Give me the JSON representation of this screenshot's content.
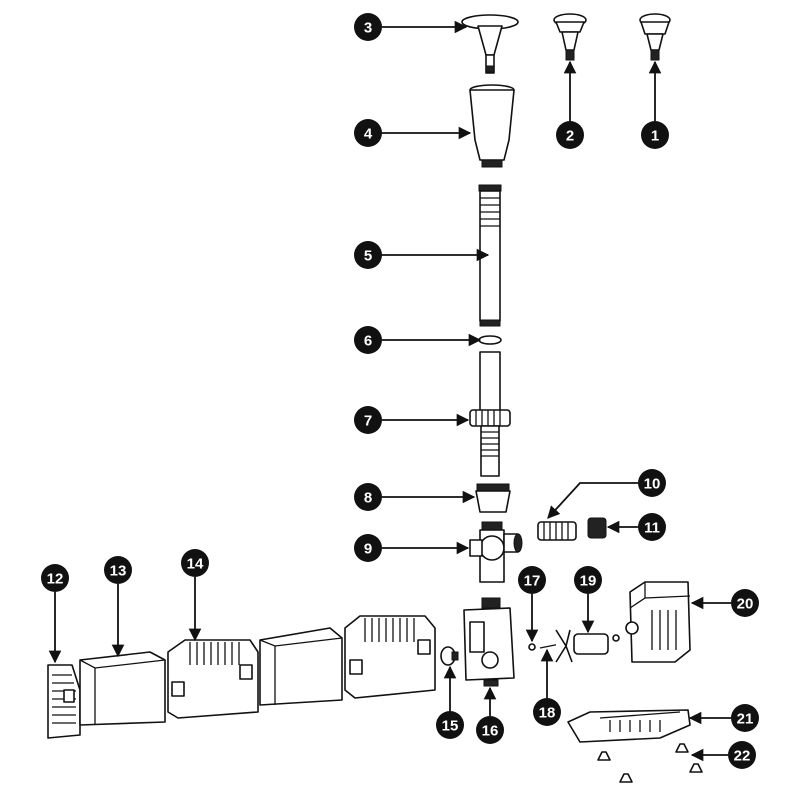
{
  "diagram": {
    "type": "exploded-parts-diagram",
    "callouts": [
      "1",
      "2",
      "3",
      "4",
      "5",
      "6",
      "7",
      "8",
      "9",
      "10",
      "11",
      "12",
      "13",
      "14",
      "15",
      "16",
      "17",
      "18",
      "19",
      "20",
      "21",
      "22"
    ],
    "colors": {
      "ink": "#111111",
      "background": "#ffffff",
      "callout_text": "#ffffff"
    }
  }
}
